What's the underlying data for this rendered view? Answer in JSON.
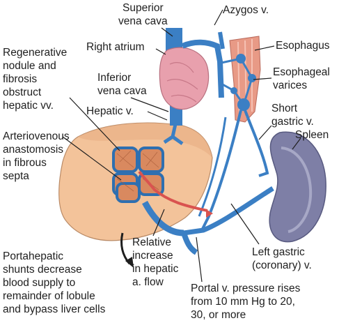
{
  "labels": {
    "superior_vena_cava": "Superior\nvena cava",
    "azygos_v": "Azygos v.",
    "right_atrium": "Right atrium",
    "esophagus": "Esophagus",
    "regenerative_nodule": "Regenerative\nnodule and\nfibrosis\nobstruct\nhepatic vv.",
    "inferior_vena_cava": "Inferior\nvena cava",
    "esophageal_varices": "Esophageal\nvarices",
    "hepatic_v": "Hepatic v.",
    "short_gastric_v": "Short\ngastric v.",
    "spleen": "Spleen",
    "av_anastomosis": "Arteriovenous\nanastomosis\nin fibrous\nsepta",
    "relative_increase": "Relative\nincrease\nin hepatic\na. flow",
    "left_gastric_v": "Left gastric\n(coronary) v.",
    "portahepatic_shunts": "Portahepatic\nshunts decrease\nblood supply to\nremainder of lobule\nand bypass liver cells",
    "portal_pressure": "Portal v. pressure rises\nfrom 10 mm Hg to 20,\n30, or more"
  },
  "colors": {
    "liver": "#f3c39a",
    "vein_blue": "#3b7fc4",
    "atrium_pink": "#e8a0ad",
    "esophagus": "#e89a86",
    "spleen": "#7e7fa6",
    "artery_red": "#d9534f"
  }
}
